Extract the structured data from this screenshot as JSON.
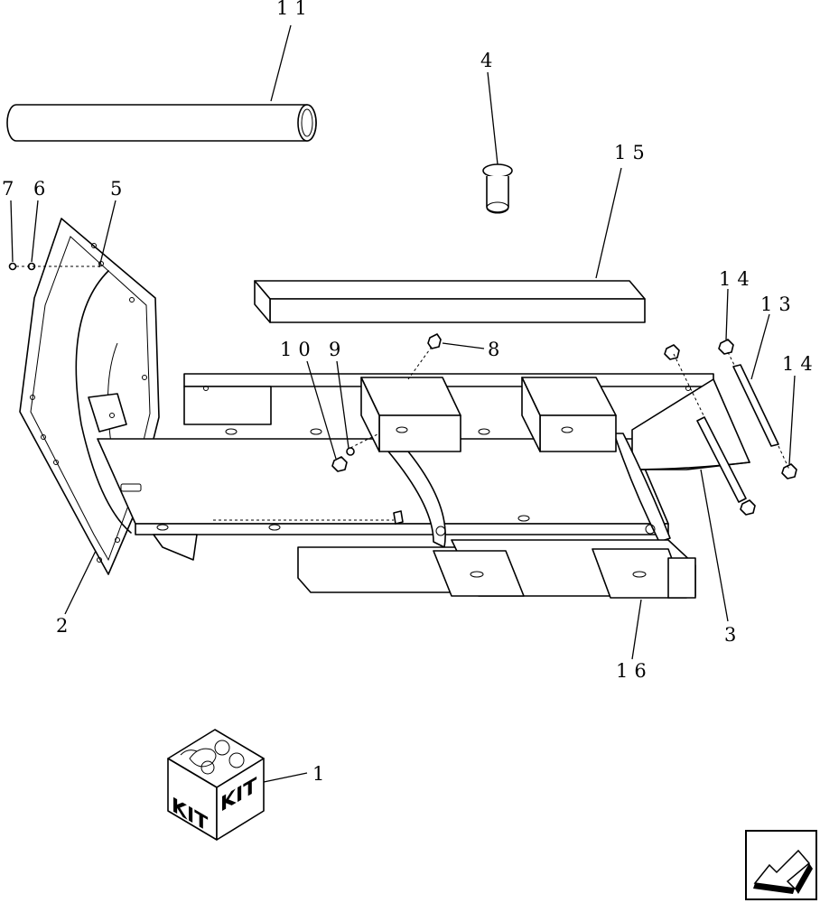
{
  "callouts": {
    "c1": "1",
    "c2": "2",
    "c3": "3",
    "c4": "4",
    "c5": "5",
    "c6": "6",
    "c7": "7",
    "c8": "8",
    "c9": "9",
    "c10": "10",
    "c11": "11",
    "c13": "13",
    "c14a": "14",
    "c14b": "14",
    "c15": "15",
    "c16": "16"
  },
  "kit_box": {
    "label_left": "KIT",
    "label_right": "KIT"
  },
  "nav_icon": "previous-page-arrow-icon"
}
